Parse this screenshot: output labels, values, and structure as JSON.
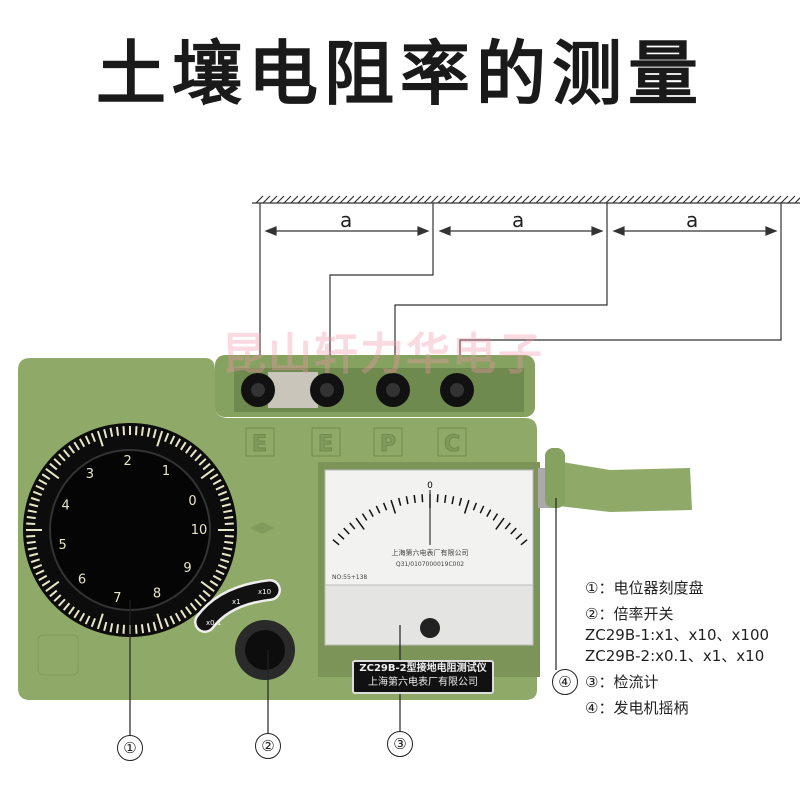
{
  "title": "土壤电阻率的测量",
  "watermark": "昆山轩力华电子",
  "spacing_labels": [
    "a",
    "a",
    "a"
  ],
  "terminals": [
    "E",
    "E",
    "P",
    "C"
  ],
  "nameplate": {
    "model": "ZC29B-2型接地电阻测试仪",
    "maker": "上海第六电表厂有限公司"
  },
  "meter": {
    "zero": "0",
    "maker": "上海第六电表厂有限公司",
    "code": "Q31/0107000019C002",
    "serial": "NO:55+138"
  },
  "dial_numbers": [
    "0",
    "1",
    "2",
    "3",
    "4",
    "5",
    "6",
    "7",
    "8",
    "9",
    "10"
  ],
  "range_switch": [
    "x0.1",
    "x1",
    "x10"
  ],
  "callouts": [
    "①",
    "②",
    "③",
    "④"
  ],
  "legend": [
    "①：电位器刻度盘",
    "②：倍率开关",
    "ZC29B-1:x1、x10、x100",
    "ZC29B-2:x0.1、x1、x10",
    "③：检流计",
    "④：发电机摇柄"
  ],
  "colors": {
    "body": "#8faa68",
    "dial": "#0c0c0c",
    "title": "#1a1a1a"
  }
}
